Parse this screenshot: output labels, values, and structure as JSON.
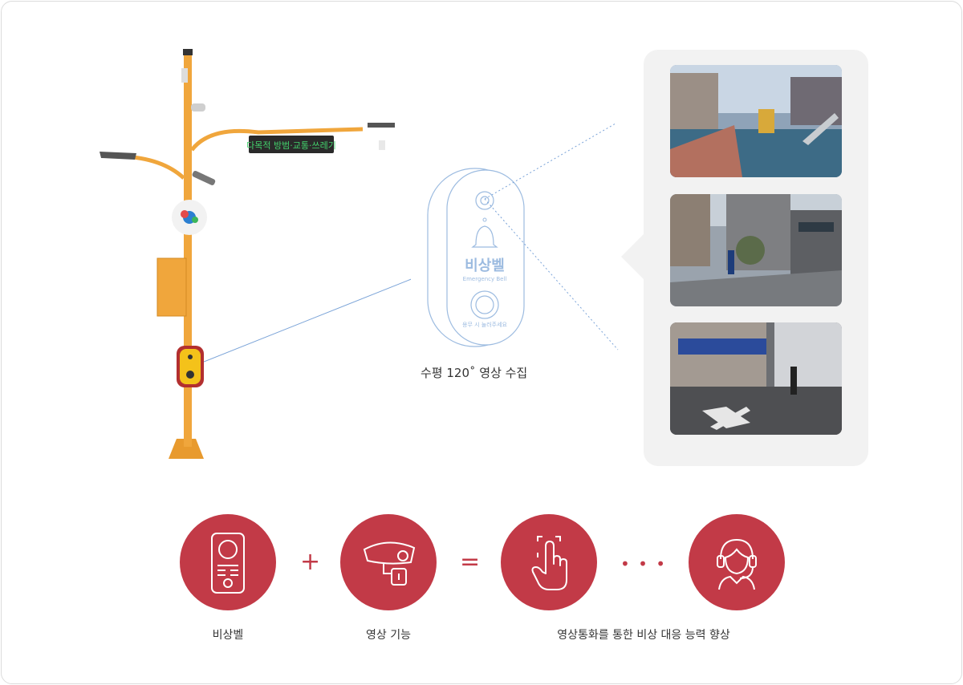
{
  "device": {
    "title": "비상벨",
    "subtitle": "Emergency Bell",
    "sign_text": "다목적 방범·교통·쓰레기",
    "caption": "수평 120˚ 영상 수집",
    "bottom_text": "용무 시 눌러주세요"
  },
  "formula": {
    "items": [
      {
        "label": "비상벨",
        "icon": "emergency-bell-icon"
      },
      {
        "label": "영상 기능",
        "icon": "cctv-camera-icon"
      },
      {
        "label": "영상통화를 통한 비상 대응 능력 향상",
        "icon": "touch-hand-icon"
      },
      {
        "label": "",
        "icon": "headset-operator-icon"
      }
    ],
    "plus": "+",
    "equals": "=",
    "dots": "• • •"
  },
  "colors": {
    "accent": "#c23a47",
    "pole": "#f0a63c",
    "panel": "#f2f2f2",
    "line": "#7aa3d8"
  }
}
